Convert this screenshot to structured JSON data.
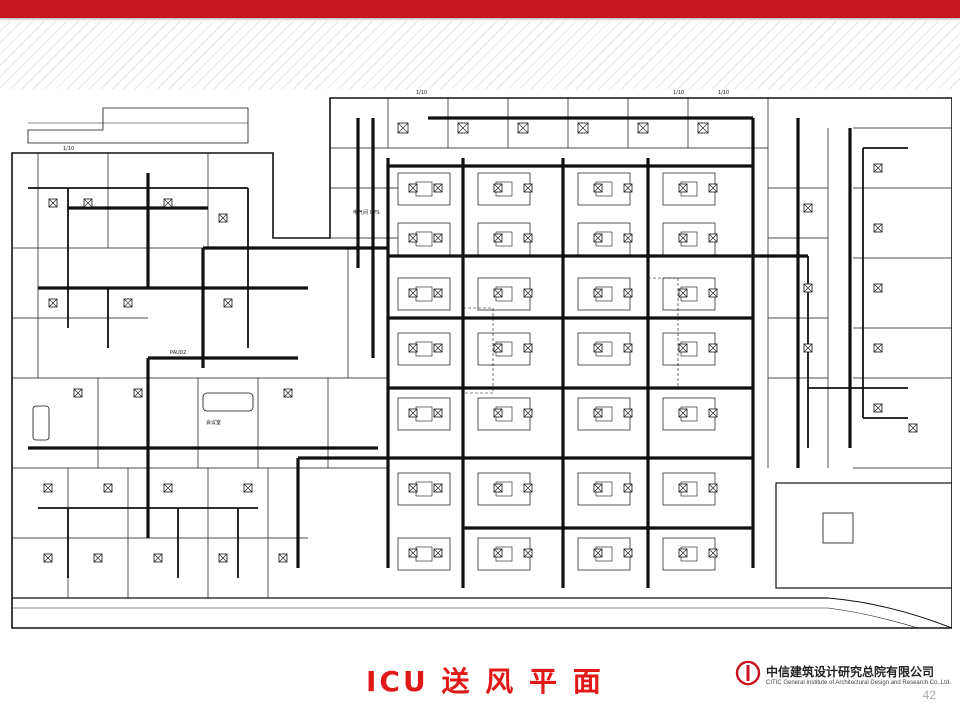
{
  "slide": {
    "title": "ICU 送 风 平 面",
    "page_number": "42"
  },
  "company": {
    "name_cn": "中信建筑设计研究总院有限公司",
    "name_en": "CITIC General Institute of Architectural Design and Research Co.,Ltd."
  },
  "drawing_labels": {
    "scale_top_left": "1/10",
    "scale_top_1": "1/10",
    "scale_top_2": "1/10",
    "scale_top_3": "1/10",
    "ups_room": "电气间 UPS",
    "pau_unit": "PAU02",
    "meeting_room": "会议室"
  },
  "colors": {
    "accent_red": "#c8141e",
    "title_red": "#e01818",
    "line_color": "#111111"
  },
  "icons": {
    "logo": "citic-logo-icon"
  }
}
